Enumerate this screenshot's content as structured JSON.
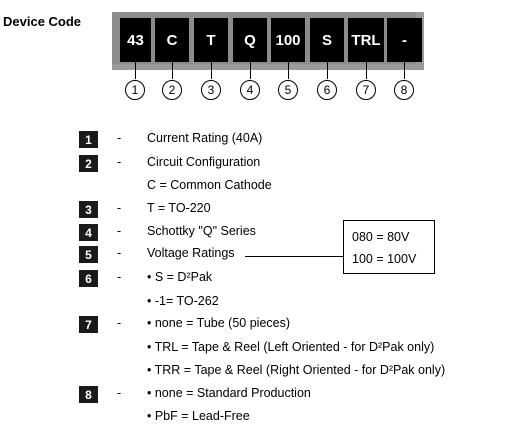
{
  "title": "Device Code",
  "code_cells": [
    "43",
    "C",
    "T",
    "Q",
    "100",
    "S",
    "TRL",
    "-"
  ],
  "circle_numbers": [
    "1",
    "2",
    "3",
    "4",
    "5",
    "6",
    "7",
    "8"
  ],
  "legend": [
    {
      "badge": "1",
      "dash": "-",
      "lines": [
        "Current Rating (40A)"
      ]
    },
    {
      "badge": "2",
      "dash": "-",
      "lines": [
        "Circuit Configuration",
        "C = Common Cathode"
      ]
    },
    {
      "badge": "3",
      "dash": "-",
      "lines": [
        "T = TO-220"
      ]
    },
    {
      "badge": "4",
      "dash": "-",
      "lines": [
        "Schottky \"Q\" Series"
      ]
    },
    {
      "badge": "5",
      "dash": "-",
      "lines": [
        "Voltage Ratings"
      ]
    },
    {
      "badge": "6",
      "dash": "-",
      "lines": [
        "• S = D²Pak",
        "• -1= TO-262"
      ]
    },
    {
      "badge": "7",
      "dash": "-",
      "lines": [
        "• none = Tube (50 pieces)",
        "• TRL  =  Tape & Reel (Left Oriented - for D²Pak only)",
        "• TRR  = Tape & Reel (Right Oriented - for D²Pak only)"
      ]
    },
    {
      "badge": "8",
      "dash": "-",
      "lines": [
        "• none = Standard Production",
        "• PbF  = Lead-Free"
      ]
    }
  ],
  "voltage_box": [
    "080 = 80V",
    "100 = 100V"
  ]
}
